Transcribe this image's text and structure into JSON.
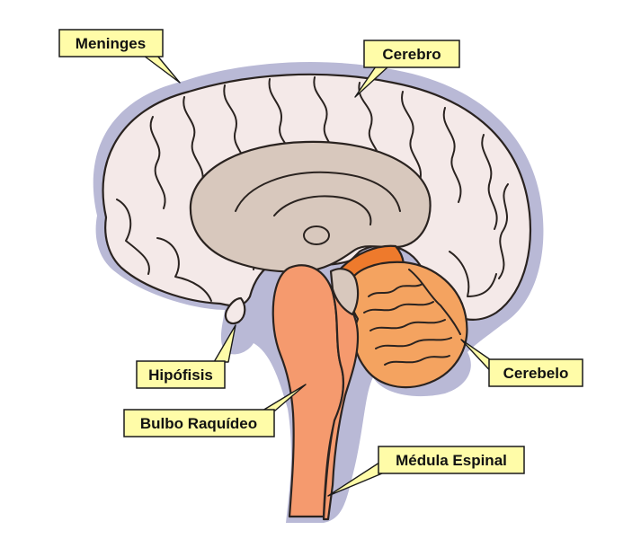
{
  "diagram": {
    "labels": {
      "meninges": "Meninges",
      "cerebro": "Cerebro",
      "hipofisis": "Hipófisis",
      "bulbo": "Bulbo Raquídeo",
      "cerebelo": "Cerebelo",
      "medula": "Médula Espinal"
    }
  },
  "colors": {
    "meninges": "#b9b9d6",
    "cerebrum": "#f4e9e8",
    "inner": "#d8c8bd",
    "brainstem": "#f59a6e",
    "cerebellum": "#f4a360",
    "cerebellum_dark": "#ee7a2c",
    "label_bg": "#fffca8"
  }
}
